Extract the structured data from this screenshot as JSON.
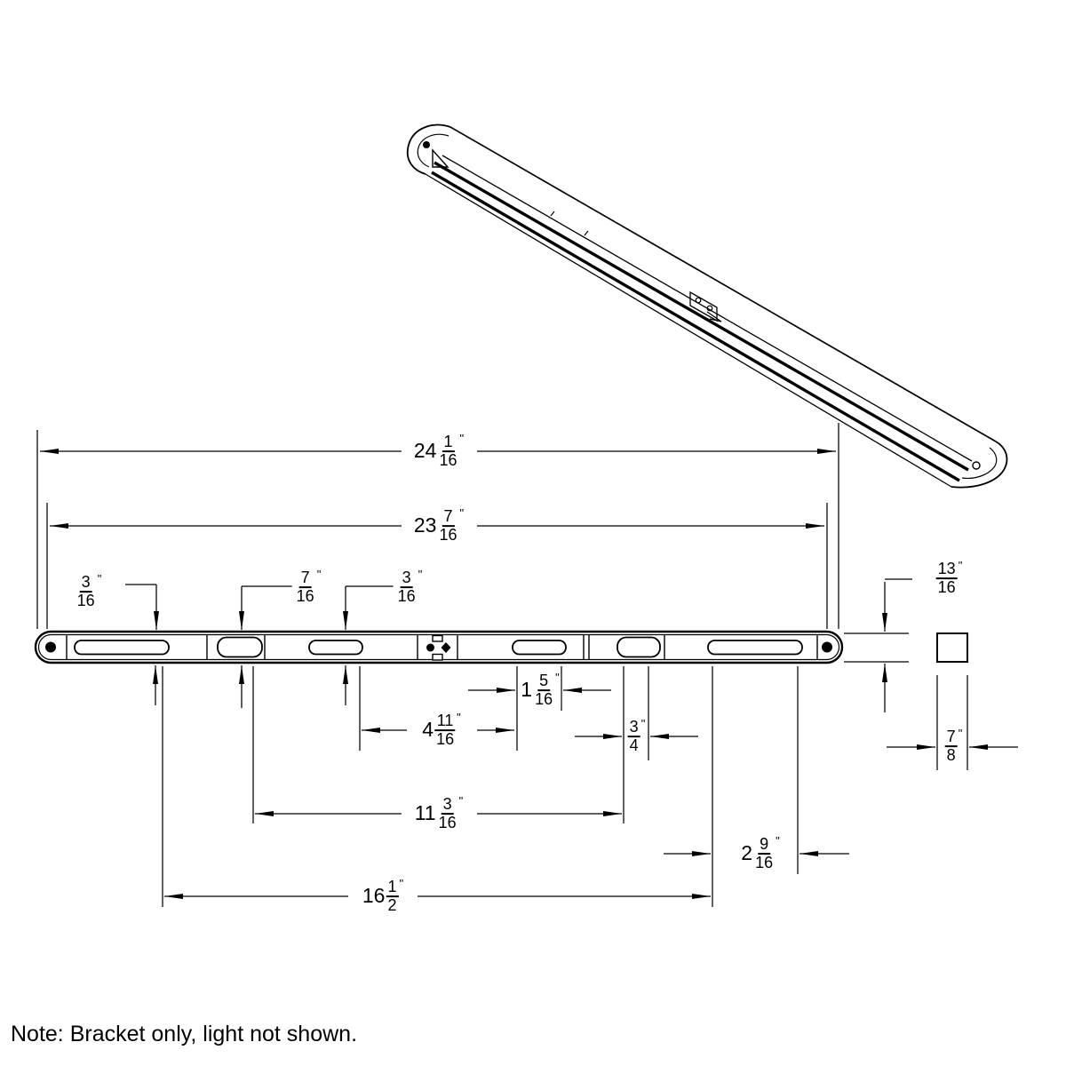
{
  "note": "Note: Bracket only, light not shown.",
  "dims": {
    "overall_length": {
      "whole": "24",
      "num": "1",
      "den": "16",
      "unit": "\""
    },
    "mount_span": {
      "whole": "23",
      "num": "7",
      "den": "16",
      "unit": "\""
    },
    "slot_height_left": {
      "whole": "",
      "num": "3",
      "den": "16",
      "unit": "\""
    },
    "cutout_height": {
      "whole": "",
      "num": "7",
      "den": "16",
      "unit": "\""
    },
    "slot_height_mid": {
      "whole": "",
      "num": "3",
      "den": "16",
      "unit": "\""
    },
    "bracket_height": {
      "whole": "",
      "num": "13",
      "den": "16",
      "unit": "\""
    },
    "slot3_length": {
      "whole": "1",
      "num": "5",
      "den": "16",
      "unit": "\""
    },
    "slot2_span": {
      "whole": "4",
      "num": "11",
      "den": "16",
      "unit": "\""
    },
    "cutout_b_width": {
      "whole": "",
      "num": "3",
      "den": "4",
      "unit": "\""
    },
    "mid_span": {
      "whole": "11",
      "num": "3",
      "den": "16",
      "unit": "\""
    },
    "end_offset": {
      "whole": "2",
      "num": "9",
      "den": "16",
      "unit": "\""
    },
    "long_span": {
      "whole": "16",
      "num": "1",
      "den": "2",
      "unit": "\""
    },
    "profile_width": {
      "whole": "",
      "num": "7",
      "den": "8",
      "unit": "\""
    }
  }
}
